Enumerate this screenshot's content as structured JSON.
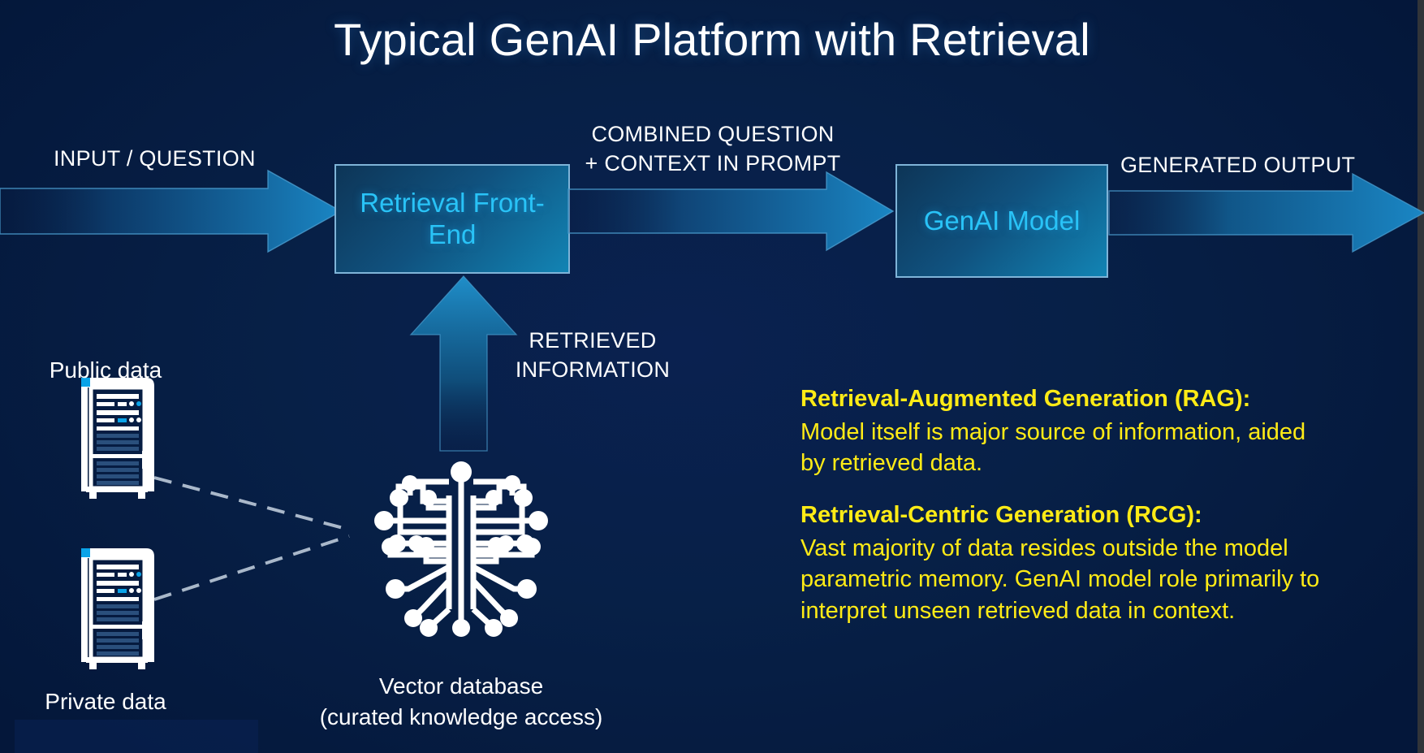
{
  "slide": {
    "title": "Typical GenAI Platform with Retrieval",
    "background_color": "#072047",
    "accent_cyan": "#29c3f7",
    "accent_yellow": "#ffeb16",
    "arrow_color": "#1076b5"
  },
  "flow": {
    "input_label": "INPUT / QUESTION",
    "combined_label": "COMBINED QUESTION\n+ CONTEXT IN PROMPT",
    "output_label": "GENERATED OUTPUT",
    "retrieved_label": "RETRIEVED\nINFORMATION",
    "boxes": [
      {
        "id": "retrieval-front-end",
        "label": "Retrieval Front-End"
      },
      {
        "id": "genai-model",
        "label": "GenAI Model"
      }
    ]
  },
  "sources": {
    "public_label": "Public data",
    "private_label": "Private data",
    "vector_db_label": "Vector database\n(curated knowledge access)"
  },
  "notes": [
    {
      "id": "rag",
      "heading": "Retrieval-Augmented Generation (RAG):",
      "body": "Model itself is major source of information, aided by retrieved data."
    },
    {
      "id": "rcg",
      "heading": "Retrieval-Centric Generation (RCG):",
      "body": "Vast majority of data resides outside the model parametric memory. GenAI model role primarily to interpret unseen retrieved data in context."
    }
  ]
}
